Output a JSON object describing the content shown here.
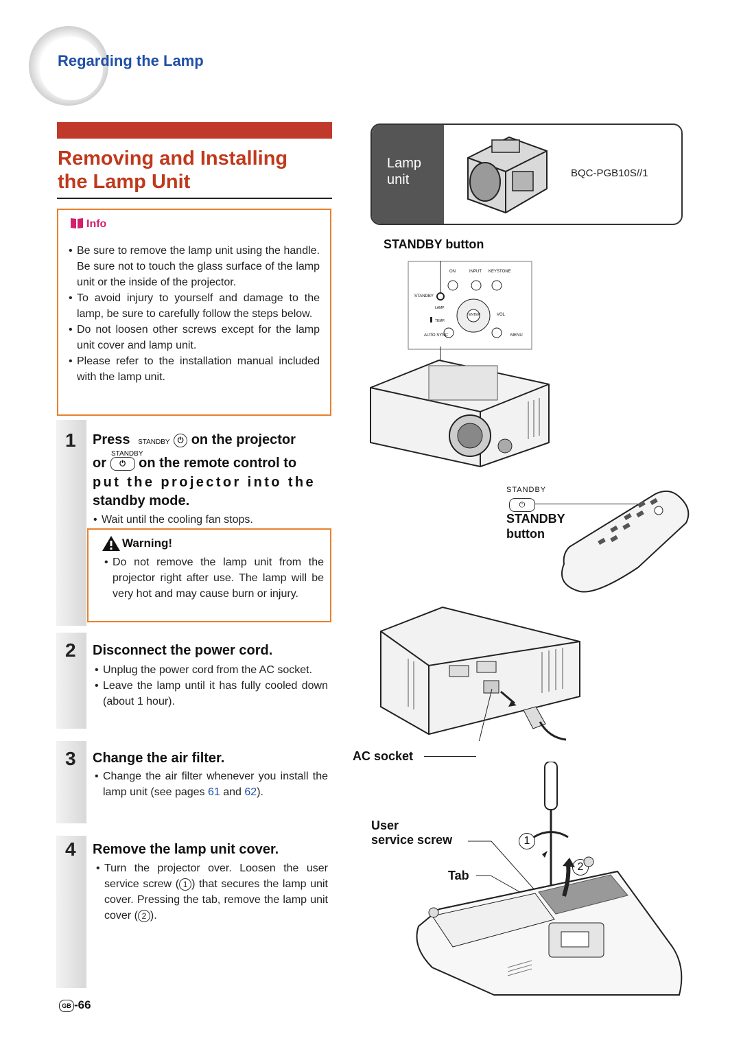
{
  "section": {
    "title": "Regarding the Lamp"
  },
  "heading": {
    "line1": "Removing and Installing",
    "line2": "the Lamp Unit"
  },
  "info": {
    "label": "Info",
    "bullets": [
      "Be sure to remove the lamp unit using the handle. Be sure not to touch the glass surface of the lamp unit or the inside of the projector.",
      "To avoid injury to yourself and damage to the lamp, be sure to carefully follow the steps below.",
      "Do not loosen other screws except for the lamp unit cover and lamp unit.",
      "Please refer to the installation manual included with the lamp unit."
    ]
  },
  "steps": [
    {
      "num": "1",
      "press": "Press",
      "standby_word": "STANDBY",
      "line1_rest": "on the projector",
      "or_word": "or",
      "line2_rest": "on the remote control to",
      "line3": "put the projector into the",
      "line4": "standby mode.",
      "bullet": "Wait until the cooling fan stops.",
      "warning_label": "Warning!",
      "warning_text": "Do not remove the lamp unit from the projector right after use. The lamp will be very hot and may cause burn or injury."
    },
    {
      "num": "2",
      "title": "Disconnect the power cord.",
      "bullets": [
        "Unplug the power cord from the AC socket.",
        "Leave the lamp until it has fully cooled down (about 1 hour)."
      ]
    },
    {
      "num": "3",
      "title": "Change the air filter.",
      "text_a": "Change the air filter whenever you install the lamp unit (see pages",
      "page_a": "61",
      "text_and": "and",
      "page_b": "62",
      "text_end": ")."
    },
    {
      "num": "4",
      "title": "Remove the lamp unit cover.",
      "text_a": "Turn the projector over. Loosen the user service screw (",
      "circ1": "1",
      "text_b": ") that secures the lamp unit cover. Pressing the tab, remove the lamp unit cover (",
      "circ2": "2",
      "text_c": ")."
    }
  ],
  "lamp_card": {
    "label_line1": "Lamp",
    "label_line2": "unit",
    "model": "BQC-PGB10S//1"
  },
  "figure_labels": {
    "standby_button_top": "STANDBY button",
    "remote_standby_small": "STANDBY",
    "remote_standby": "STANDBY",
    "remote_button": "button",
    "ac_socket": "AC socket",
    "user": "User",
    "service_screw": "service screw",
    "tab": "Tab",
    "marker1": "1",
    "marker2": "2",
    "panel_on": "ON",
    "panel_input": "INPUT",
    "panel_keystone": "KEYSTONE",
    "panel_standby": "STANDBY",
    "panel_lamp": "LAMP",
    "panel_temp": "TEMP.",
    "panel_vol": "VOL",
    "panel_auto_sync": "AUTO SYNC",
    "panel_menu": "MENU",
    "panel_enter": "ENTER"
  },
  "footer": {
    "region": "GB",
    "page": "-66"
  }
}
